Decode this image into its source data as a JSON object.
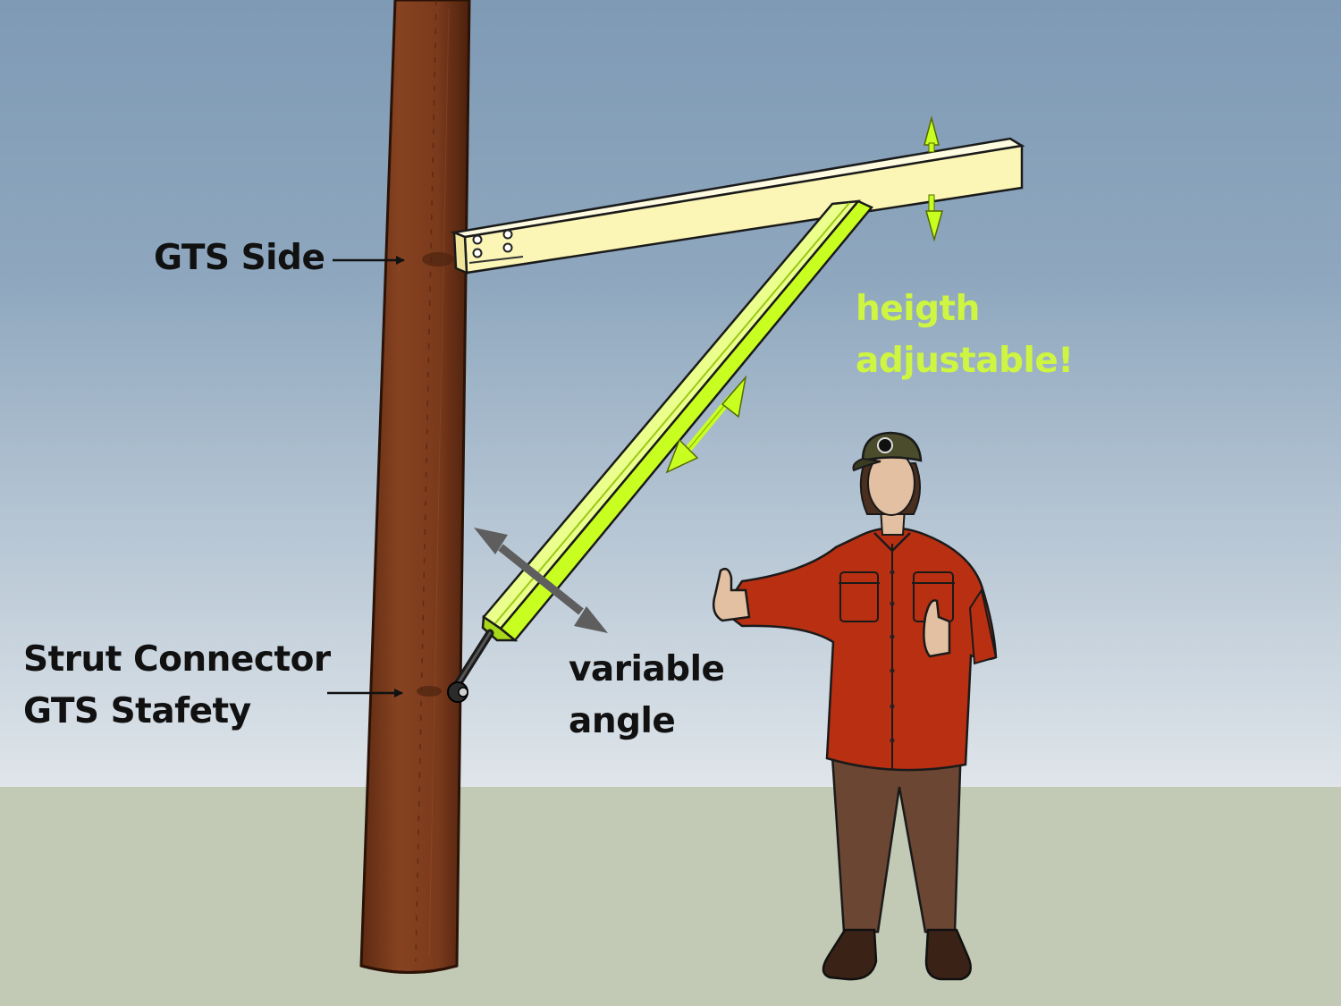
{
  "labels": {
    "gts_side": "GTS Side",
    "strut_connector_line1": "Strut Connector",
    "strut_connector_line2": "GTS Stafety",
    "height_line1": "heigth",
    "height_line2": "adjustable!",
    "angle_line1": "variable",
    "angle_line2": "angle"
  },
  "colors": {
    "sky_top": "#7f9ab5",
    "sky_bottom": "#dfe5ea",
    "ground": "#c2cab6",
    "pole": "#7b3a1c",
    "crossarm": "#fbf5b6",
    "strut": "#c8ff21",
    "accent_text": "#cdf541",
    "shirt": "#b82f12",
    "pants": "#6b4633"
  },
  "icons": [
    "height-double-arrow-icon",
    "strut-slide-arrow-icon",
    "angle-double-arrow-icon",
    "pointer-arrow-icon"
  ]
}
